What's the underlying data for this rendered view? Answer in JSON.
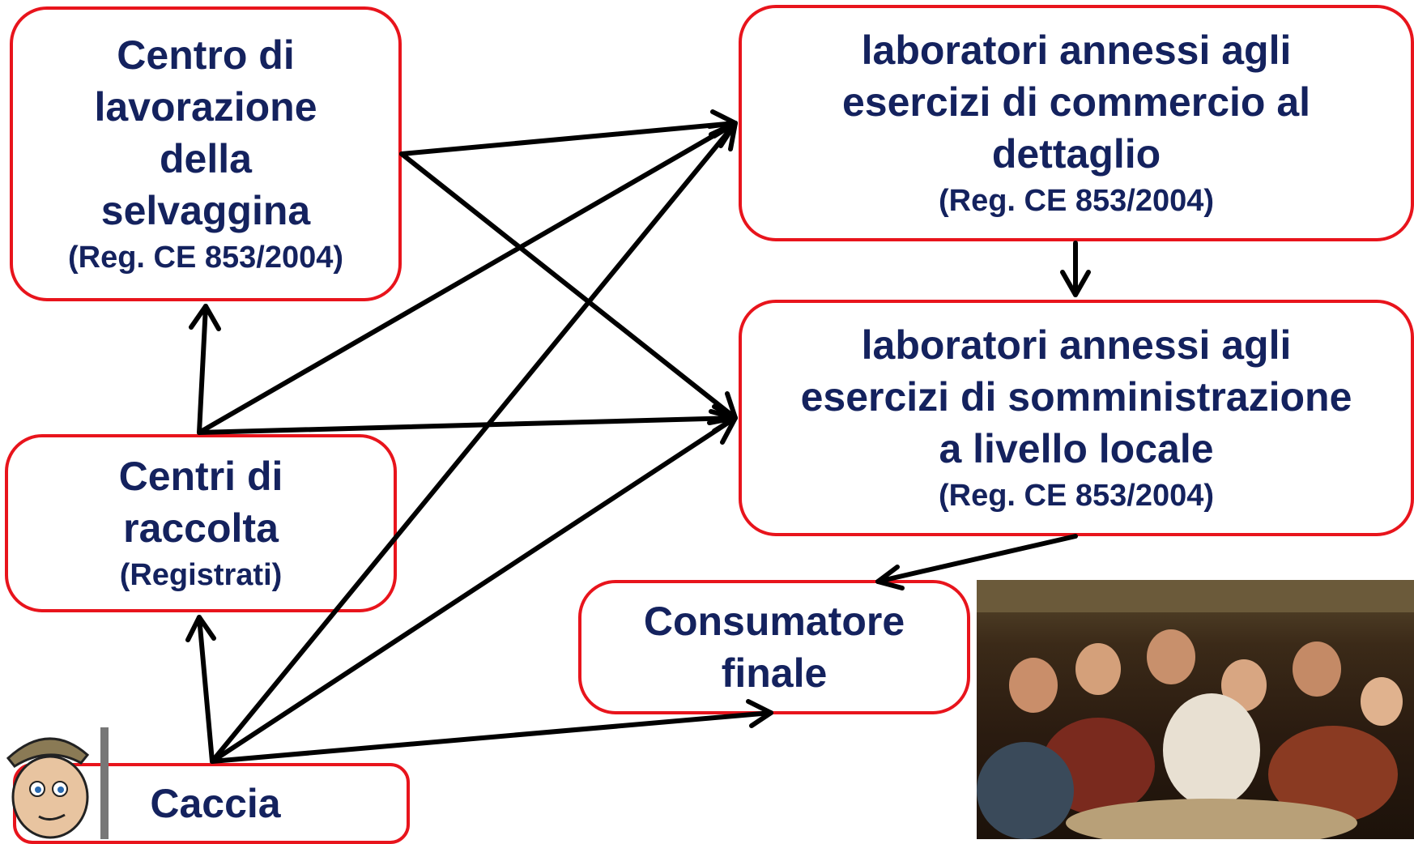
{
  "nodes": {
    "centro_lavorazione": {
      "lines": [
        "Centro di",
        "lavorazione",
        "della",
        "selvaggina"
      ],
      "reg": "(Reg. CE 853/2004)"
    },
    "laboratori_commercio": {
      "lines": [
        "laboratori annessi agli",
        "esercizi di commercio al",
        "dettaglio"
      ],
      "reg": "(Reg. CE 853/2004)"
    },
    "laboratori_somministrazione": {
      "lines": [
        "laboratori annessi agli",
        "esercizi di somministrazione",
        "a livello locale"
      ],
      "reg": "(Reg. CE 853/2004)"
    },
    "centri_raccolta": {
      "lines": [
        "Centri di",
        "raccolta"
      ],
      "reg": "(Registrati)"
    },
    "consumatore": {
      "lines": [
        "Consumatore",
        "finale"
      ]
    },
    "caccia": {
      "lines": [
        "Caccia"
      ]
    }
  },
  "edges": [
    {
      "from": "centro_lavorazione",
      "to": "laboratori_commercio"
    },
    {
      "from": "centro_lavorazione",
      "to": "laboratori_somministrazione"
    },
    {
      "from": "centri_raccolta",
      "to": "centro_lavorazione"
    },
    {
      "from": "centri_raccolta",
      "to": "laboratori_commercio"
    },
    {
      "from": "centri_raccolta",
      "to": "laboratori_somministrazione"
    },
    {
      "from": "caccia",
      "to": "centri_raccolta"
    },
    {
      "from": "caccia",
      "to": "laboratori_commercio"
    },
    {
      "from": "caccia",
      "to": "laboratori_somministrazione"
    },
    {
      "from": "caccia",
      "to": "consumatore"
    },
    {
      "from": "laboratori_commercio",
      "to": "laboratori_somministrazione"
    },
    {
      "from": "laboratori_somministrazione",
      "to": "consumatore"
    }
  ],
  "colors": {
    "border": "#e8141c",
    "text": "#14225e",
    "arrow": "#000000"
  },
  "images": [
    "feast-painting",
    "hunter-cartoon-icon"
  ]
}
